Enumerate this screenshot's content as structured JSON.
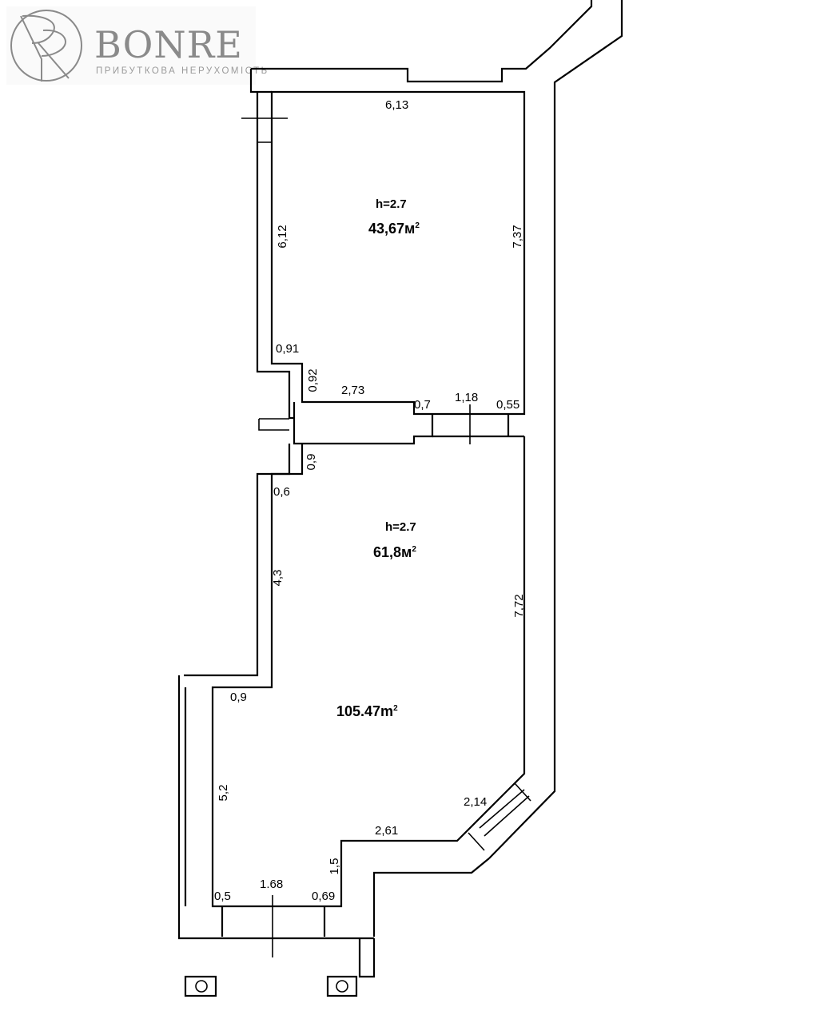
{
  "logo": {
    "name": "BONRE",
    "tagline": "ПРИБУТКОВА НЕРУХОМІСТЬ",
    "color": "#8a8a8a"
  },
  "rooms": [
    {
      "height": "h=2.7",
      "area": "43,67м",
      "unit_exp": "2"
    },
    {
      "height": "h=2.7",
      "area": "61,8м",
      "unit_exp": "2"
    }
  ],
  "total": {
    "area": "105.47m",
    "unit_exp": "2"
  },
  "dimensions": {
    "top_width": "6,13",
    "upper_left": "6,12",
    "upper_right": "7,37",
    "niche_top": "0,91",
    "niche_side": "0,92",
    "corridor_length": "2,73",
    "corridor_step": "0,7",
    "door_width": "1,18",
    "corridor_right": "0,55",
    "lower_step": "0,9",
    "lower_step_top": "0,6",
    "lower_left": "4,3",
    "lower_right": "7,72",
    "bottom_step": "0,9",
    "bottom_left": "5,2",
    "bay_diagonal": "2,14",
    "bottom_run": "2,61",
    "bottom_rise": "1,5",
    "entrance_left": "0,5",
    "entrance_width": "1.68",
    "entrance_right": "0,69"
  }
}
